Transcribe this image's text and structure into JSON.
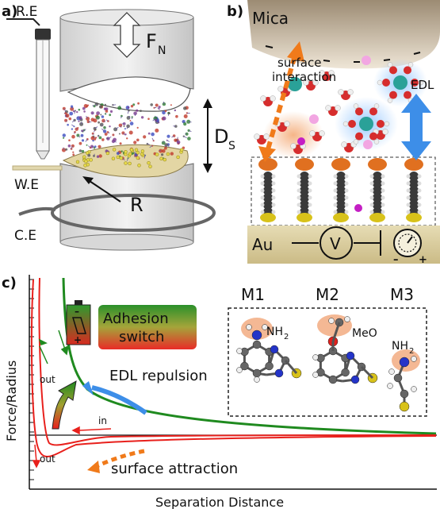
{
  "panel_a": {
    "label": "a)",
    "ref_electrode": "R.E",
    "work_electrode": "W.E",
    "counter_electrode": "C.E",
    "force": "F",
    "force_sub": "N",
    "distance": "D",
    "distance_sub": "S",
    "radius": "R"
  },
  "panel_b": {
    "label": "b)",
    "mica": "Mica",
    "surface_line1": "surface",
    "surface_line2": "interaction",
    "edl": "EDL",
    "au": "Au",
    "voltage": "V"
  },
  "panel_c": {
    "label": "c)",
    "ylabel": "Force/Radius",
    "xlabel": "Separation Distance",
    "adhesion_line1": "Adhesion",
    "adhesion_line2": "switch",
    "edl_repulsion": "EDL repulsion",
    "surface_attraction": "surface attraction",
    "in_label": "in",
    "out_label": "out",
    "molecules": [
      {
        "name": "M1",
        "group": "NH",
        "sub": "2"
      },
      {
        "name": "M2",
        "group": "MeO",
        "sub": ""
      },
      {
        "name": "M3",
        "group": "NH",
        "sub": "2"
      }
    ]
  },
  "colors": {
    "green": "#1f8a1f",
    "red": "#e8201c",
    "orange": "#f07a1a",
    "blue": "#3d8ee8",
    "gold": "#d9c99a",
    "mica": "#c9b9a0"
  }
}
